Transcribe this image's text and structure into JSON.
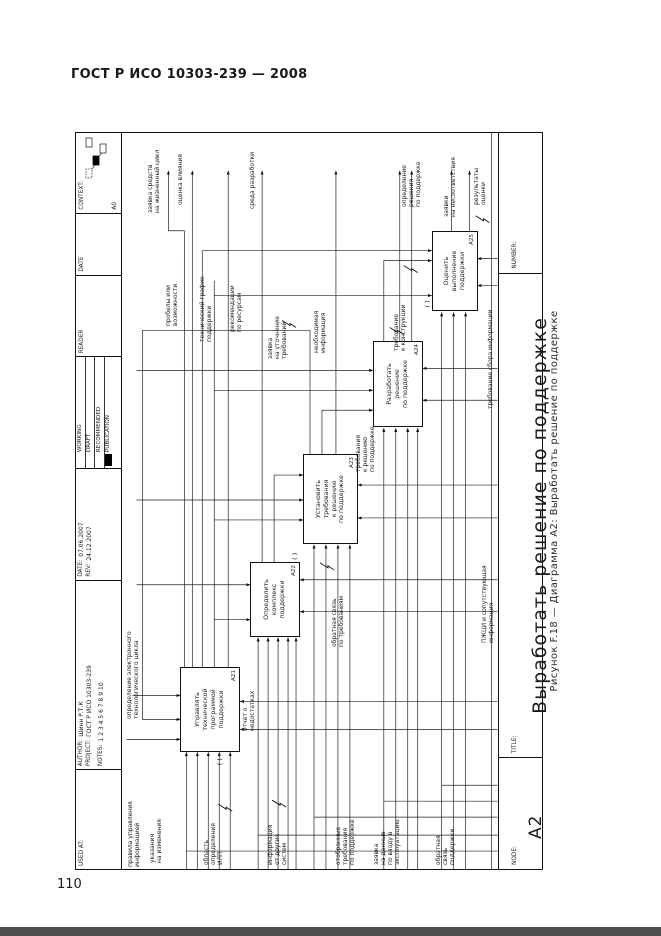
{
  "page": {
    "header": "ГОСТ Р ИСО 10303-239 — 2008",
    "page_number": "110",
    "caption": "Рисунок F.18 — Диаграмма А2: Выработать решение по поддержке"
  },
  "form": {
    "used_at_label": "USED AT:",
    "author_label": "AUTHOR:",
    "author": "Шинн Р.Т.К",
    "project_label": "PROJECT:",
    "project": "ГОСТ Р ИСО 10303-239",
    "notes_label": "NOTES:",
    "notes": "1 2 3 4 5 6 7 8 9 10",
    "date_label": "DATE:",
    "date": "07.06.2007",
    "rev_label": "REV:",
    "rev": "24.12.2007",
    "status": [
      "WORKING",
      "DRAFT",
      "RECOMMENDED",
      "PUBLICATION"
    ],
    "reader_label": "READER",
    "date2_label": "DATE",
    "context_label": "CONTEXT:",
    "context_node": "А0",
    "footer": {
      "node_label": "NODE:",
      "node": "А2",
      "title_label": "TITLE:",
      "title": "Выработать  решение  по  поддержке",
      "number_label": "NUMBER:"
    }
  },
  "diagram": {
    "boxes": [
      {
        "id": "А21",
        "text": "Управлять\nтехнической\nпрограммой\nподдержки"
      },
      {
        "id": "А22",
        "text": "Определить\nкомплекс\nподдержки"
      },
      {
        "id": "А23",
        "text": "Установить\nтребования\nк решению\nпо поддержке"
      },
      {
        "id": "А24",
        "text": "Разработать\nрешение\nпо поддержке"
      },
      {
        "id": "А25",
        "text": "Оценить\nвыполнение\nподдержки"
      }
    ],
    "labels": [
      {
        "text": "правила управления\nинформацией"
      },
      {
        "text": "указания\nна изменения"
      },
      {
        "text": "определение электронного\nтехнологического цикла"
      },
      {
        "text": "заявка средств\nна жизненный цикл"
      },
      {
        "text": "оценка влияния"
      },
      {
        "text": "пробелы или\nвозможности"
      },
      {
        "text": "технический график\nподдержки"
      },
      {
        "text": "рекомендации\nпо ресурсам"
      },
      {
        "text": "среда разработки"
      },
      {
        "text": "отчет о\nнедостатках"
      },
      {
        "text": "информация\nот других\nсистем"
      },
      {
        "text": "обратная связь\nпо требованиям"
      },
      {
        "text": "область\nопределения\nИЛП"
      },
      {
        "text": "заявка\nна уточнение\nтребований"
      },
      {
        "text": "необходимая\nинформация"
      },
      {
        "text": "отобранные\nтребования\nпо поддержке"
      },
      {
        "text": "заявка\nна данные\nпо вводу в\nэксплуатацию"
      },
      {
        "text": "требования\nк решению\nпо поддержке"
      },
      {
        "text": "требование\nк конструкции"
      },
      {
        "text": "определение\nрешения\nпо поддержке"
      },
      {
        "text": "заявки\nна несоответствия"
      },
      {
        "text": "результаты\nоценки"
      },
      {
        "text": "обратная\nсвязь\nподдержки"
      },
      {
        "text": "ПЖЦИ и сопутствующая\nинформация"
      },
      {
        "text": "требование сбора информации"
      }
    ]
  }
}
